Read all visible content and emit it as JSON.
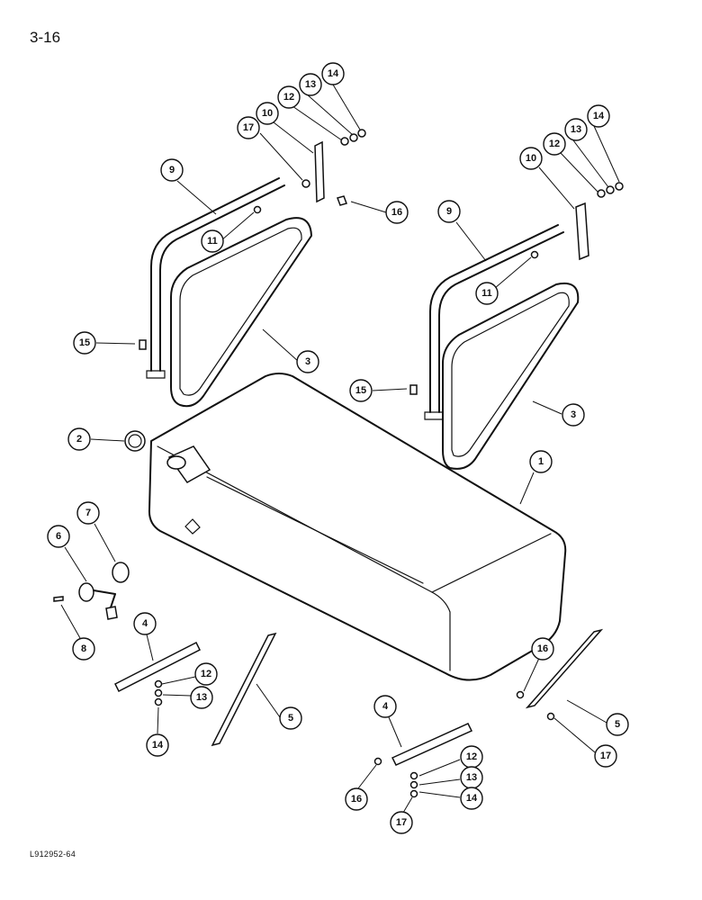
{
  "page": {
    "number": "3-16",
    "figure_code": "L912952-64"
  },
  "callouts": [
    {
      "label": "1"
    },
    {
      "label": "2"
    },
    {
      "label": "3"
    },
    {
      "label": "3"
    },
    {
      "label": "4"
    },
    {
      "label": "4"
    },
    {
      "label": "5"
    },
    {
      "label": "5"
    },
    {
      "label": "6"
    },
    {
      "label": "7"
    },
    {
      "label": "8"
    },
    {
      "label": "9"
    },
    {
      "label": "9"
    },
    {
      "label": "10"
    },
    {
      "label": "10"
    },
    {
      "label": "11"
    },
    {
      "label": "11"
    },
    {
      "label": "12"
    },
    {
      "label": "12"
    },
    {
      "label": "12"
    },
    {
      "label": "12"
    },
    {
      "label": "13"
    },
    {
      "label": "13"
    },
    {
      "label": "13"
    },
    {
      "label": "13"
    },
    {
      "label": "14"
    },
    {
      "label": "14"
    },
    {
      "label": "14"
    },
    {
      "label": "14"
    },
    {
      "label": "15"
    },
    {
      "label": "15"
    },
    {
      "label": "16"
    },
    {
      "label": "16"
    },
    {
      "label": "16"
    },
    {
      "label": "17"
    },
    {
      "label": "17"
    },
    {
      "label": "17"
    }
  ]
}
